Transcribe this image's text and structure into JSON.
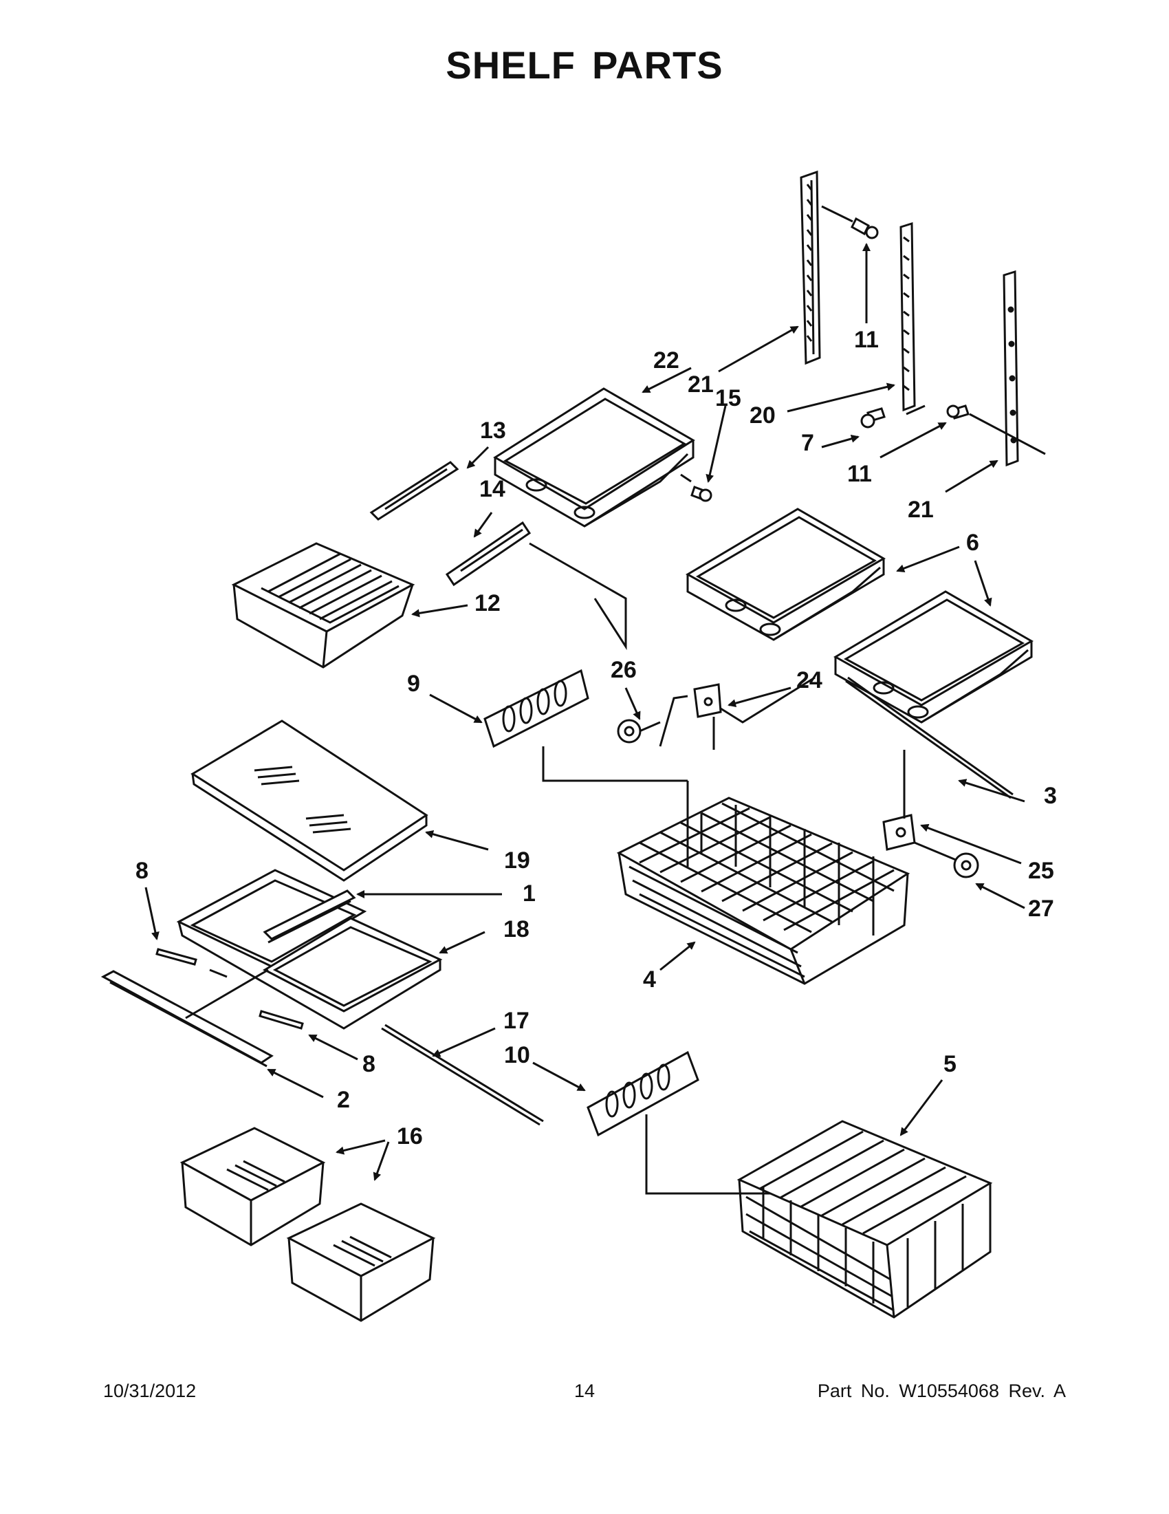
{
  "title": {
    "word1": "SHELF",
    "word2": "PARTS"
  },
  "callouts": [
    "1",
    "2",
    "3",
    "4",
    "5",
    "6",
    "7",
    "8",
    "8",
    "9",
    "10",
    "11",
    "11",
    "12",
    "13",
    "14",
    "15",
    "16",
    "17",
    "18",
    "19",
    "20",
    "21",
    "21",
    "22",
    "24",
    "25",
    "26",
    "27"
  ],
  "footer": {
    "date": "10/31/2012",
    "page": "14",
    "part": "Part No.  W10554068  Rev.  A"
  }
}
